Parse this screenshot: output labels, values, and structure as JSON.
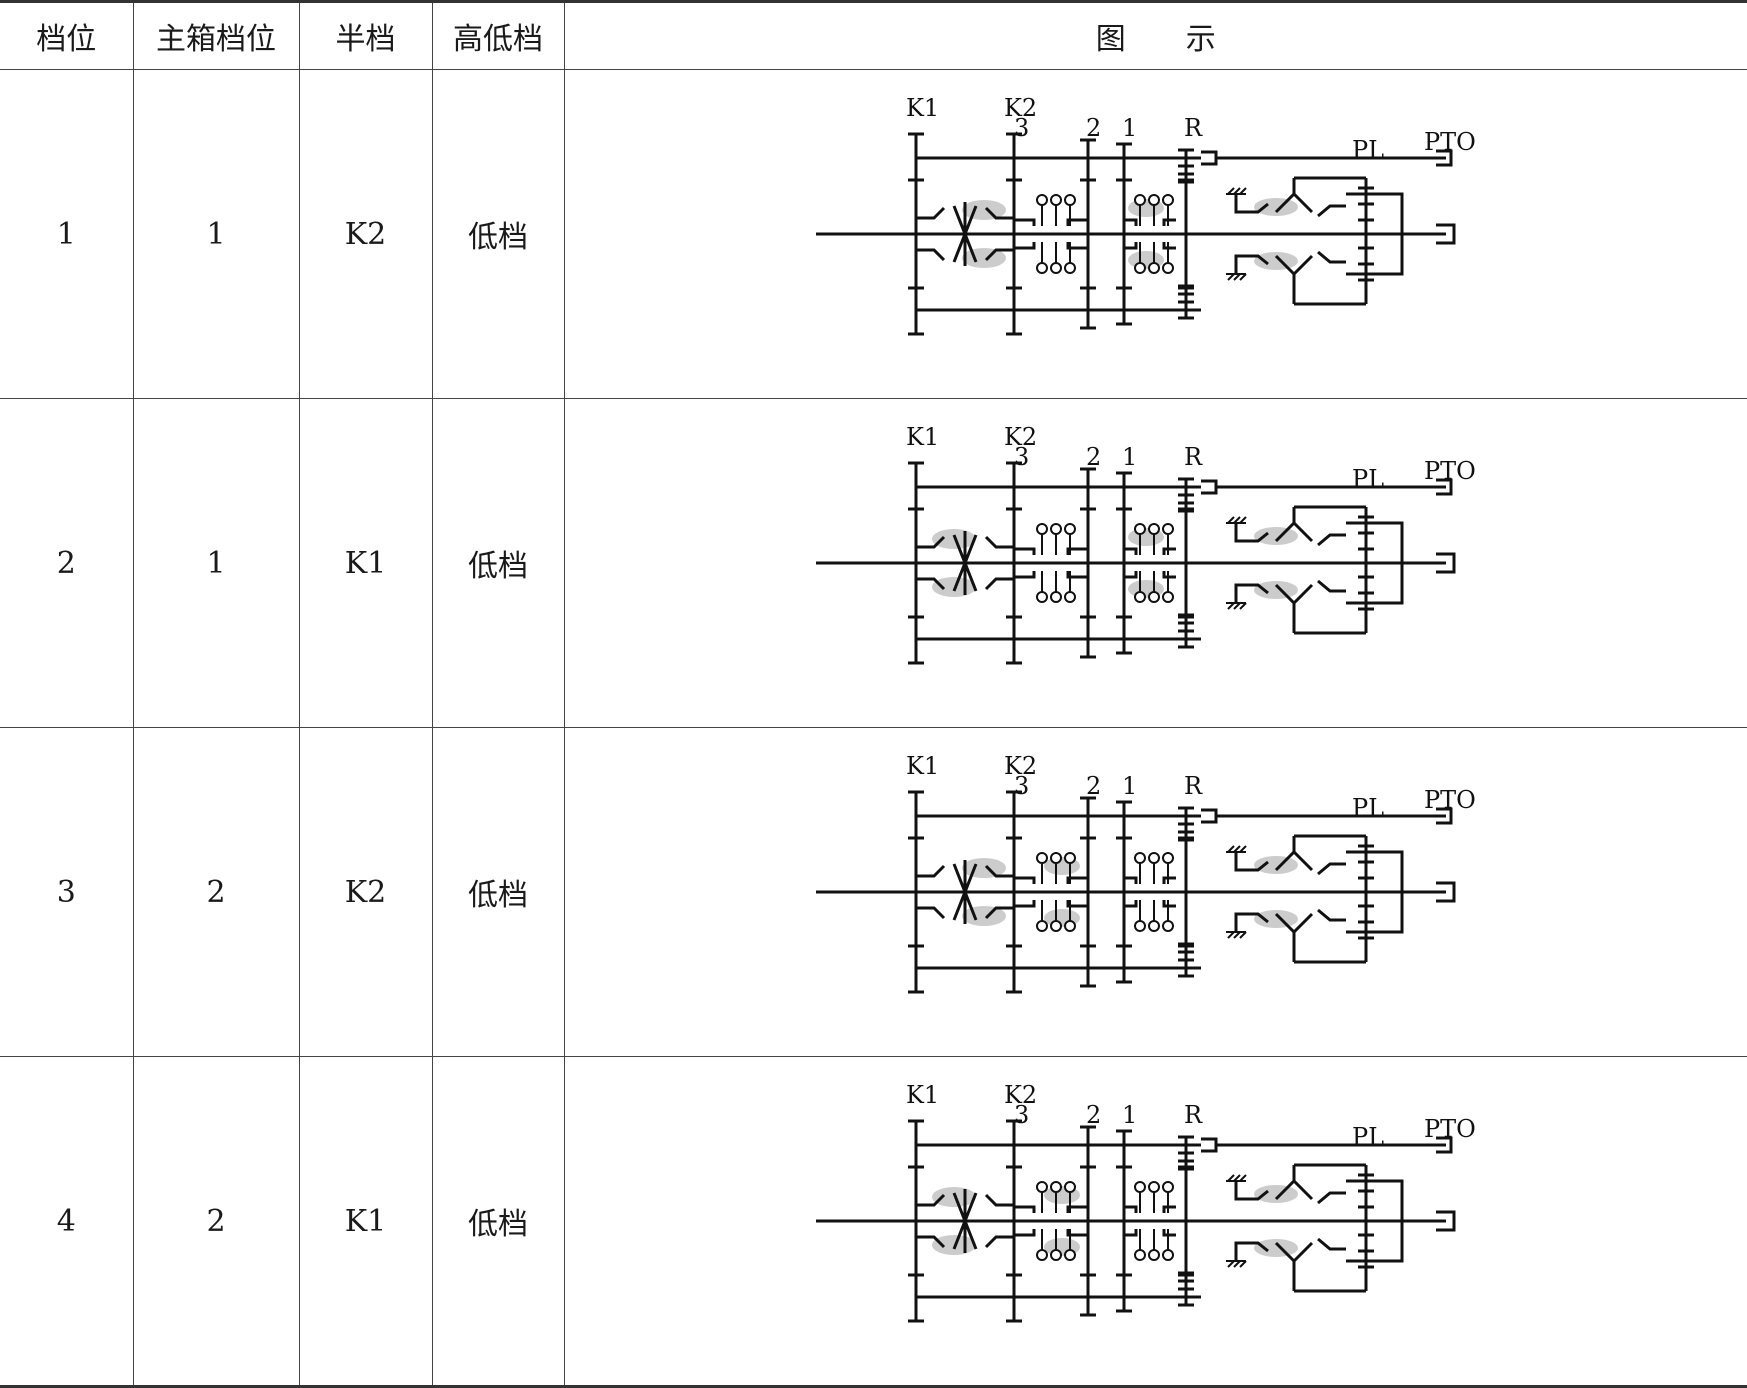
{
  "table": {
    "headers": {
      "gear": "档位",
      "main_box_gear": "主箱档位",
      "half_gear": "半档",
      "range": "高低档",
      "diagram_char1": "图",
      "diagram_char2": "示"
    },
    "rows": [
      {
        "gear": "1",
        "main_box_gear": "1",
        "half_gear": "K2",
        "range": "低档"
      },
      {
        "gear": "2",
        "main_box_gear": "1",
        "half_gear": "K1",
        "range": "低档"
      },
      {
        "gear": "3",
        "main_box_gear": "2",
        "half_gear": "K2",
        "range": "低档"
      },
      {
        "gear": "4",
        "main_box_gear": "2",
        "half_gear": "K1",
        "range": "低档"
      }
    ]
  },
  "diagram_labels": {
    "k1": "K1",
    "k2": "K2",
    "g3": "3",
    "g2": "2",
    "g1": "1",
    "r": "R",
    "pl": "PL",
    "pto": "PTO"
  },
  "colors": {
    "line": "#111111",
    "highlight": "#cccccc",
    "border": "#444444"
  }
}
